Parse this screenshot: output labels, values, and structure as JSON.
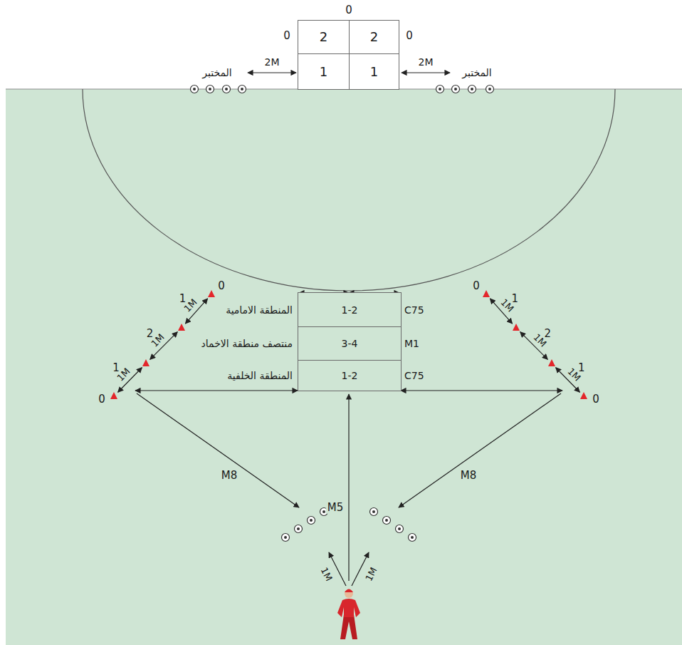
{
  "diagram": {
    "nodes": [
      {
        "text": [
          "2"
        ]
      },
      {
        "text": [
          "2"
        ]
      },
      {
        "text": [
          "1"
        ]
      },
      {
        "text": [
          "1"
        ]
      },
      {
        "text": [
          "المنطقة الامامية",
          "1-2",
          "C75"
        ]
      },
      {
        "text": [
          "منتصف منطقة الاخماد",
          "3-4",
          "M1"
        ]
      },
      {
        "text": [
          "المنطقة الخلفية",
          "1-2",
          "C75"
        ]
      }
    ],
    "labels": [
      "0",
      "0",
      "0",
      "المختبر",
      "2M",
      "2M",
      "المختبر",
      "0",
      "1",
      "1M",
      "2",
      "1M",
      "1",
      "1M",
      "0",
      "0",
      "1",
      "1M",
      "2",
      "1M",
      "1",
      "1M",
      "0",
      "M8",
      "M5",
      "M8",
      "1M",
      "1M"
    ]
  }
}
